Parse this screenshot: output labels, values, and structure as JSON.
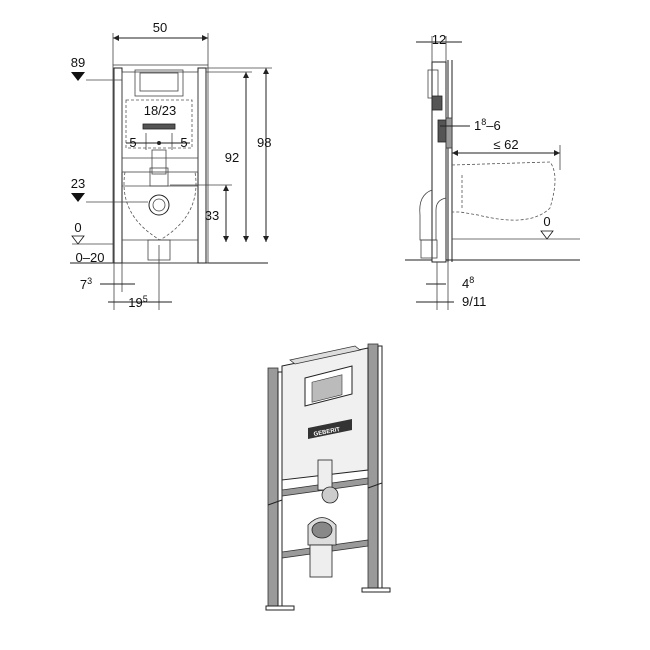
{
  "front_view": {
    "width_label": "50",
    "top_height_label": "89",
    "flush_plate_label": "18/23",
    "left_offset_label": "5",
    "right_offset_label": "5",
    "height_label": "92",
    "total_height_label": "98",
    "inlet_height_label": "23",
    "outlet_height_label": "33",
    "floor_label": "0",
    "floor_range_label": "0–20",
    "left_foot_label_main": "7",
    "left_foot_label_sup": "3",
    "bottom_width_main": "19",
    "bottom_width_sup": "5"
  },
  "side_view": {
    "depth_label": "12",
    "plate_depth_main": "1",
    "plate_depth_sup": "8",
    "plate_depth_suffix": "–6",
    "bowl_projection_label": "≤ 62",
    "floor_label": "0",
    "foot_depth_main": "4",
    "foot_depth_sup": "8",
    "wall_depth_label": "9/11"
  },
  "product_render": {
    "brand_label": "GEBERIT"
  }
}
